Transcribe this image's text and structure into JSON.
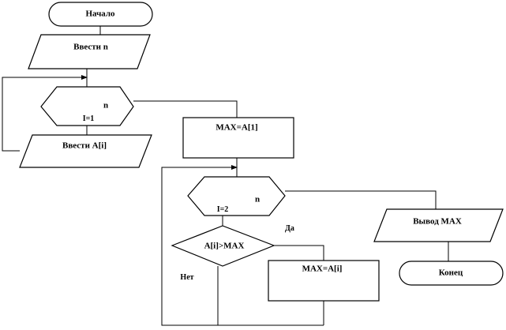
{
  "flowchart": {
    "start": "Начало",
    "input_n": "Ввести n",
    "loop1_n": "n",
    "loop1_var": "I=1",
    "input_ai": "Ввести A[i]",
    "init_max": "MAX=A[1]",
    "loop2_n": "n",
    "loop2_var": "I=2",
    "condition": "A[i]>MAX",
    "yes_label": "Да",
    "no_label": "Нет",
    "assign_max": "MAX=A[i]",
    "output_max": "Вывод MAX",
    "end": "Конец"
  },
  "colors": {
    "stroke": "#000000",
    "background": "#ffffff"
  }
}
